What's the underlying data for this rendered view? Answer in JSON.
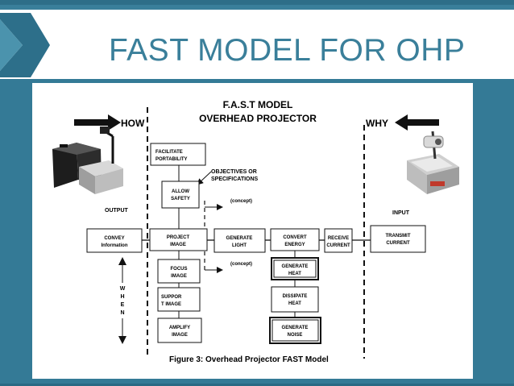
{
  "slide": {
    "title": "FAST MODEL FOR OHP",
    "colors": {
      "accent": "#3a7f9a",
      "panel": "#347a96",
      "chevron": "#2d6f8a"
    }
  },
  "diagram": {
    "title_line1": "F.A.S.T MODEL",
    "title_line2": "OVERHEAD PROJECTOR",
    "how_label": "HOW",
    "why_label": "WHY",
    "output_label": "OUTPUT",
    "input_label": "INPUT",
    "objectives_line1": "OBJECTIVES OR",
    "objectives_line2": "SPECIFICATIONS",
    "concept_top": "(concept)",
    "concept_bottom": "(concept)",
    "when_letters": [
      "W",
      "H",
      "E",
      "N"
    ],
    "boxes": {
      "facilitate": [
        "FACILITATE",
        "PORTABILITY"
      ],
      "allow": [
        "ALLOW",
        "SAFETY"
      ],
      "convey": [
        "CONVEY",
        "Information"
      ],
      "project": [
        "PROJECT",
        "IMAGE"
      ],
      "light": [
        "GENERATE",
        "LIGHT"
      ],
      "convert": [
        "CONVERT",
        "ENERGY"
      ],
      "receive": [
        "RECEIVE",
        "CURRENT"
      ],
      "transmit": [
        "TRANSMIT",
        "CURRENT"
      ],
      "focus": [
        "FOCUS",
        "IMAGE"
      ],
      "support": [
        "SUPPOR",
        "T IMAGE"
      ],
      "amplify": [
        "AMPLIFY",
        "IMAGE"
      ],
      "heat": [
        "GENERATE",
        "HEAT"
      ],
      "dissipate": [
        "DISSIPATE",
        "HEAT"
      ],
      "noise": [
        "GENERATE",
        "NOISE"
      ]
    },
    "caption": "Figure 3: Overhead Projector FAST Model"
  }
}
